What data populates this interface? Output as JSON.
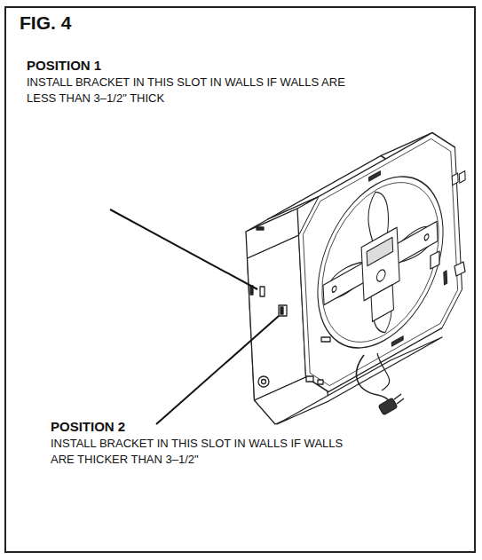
{
  "diagram": {
    "title": "FIG. 4",
    "labels": [
      "POSITION 1",
      "INSTALL BRACKET IN THIS SLOT IN WALLS IF WALLS ARE LESS THAN 3–1/2\" THICK",
      "POSITION 2",
      "INSTALL BRACKET IN THIS SLOT IN WALLS IF WALLS ARE THICKER THAN 3–1/2\""
    ]
  }
}
